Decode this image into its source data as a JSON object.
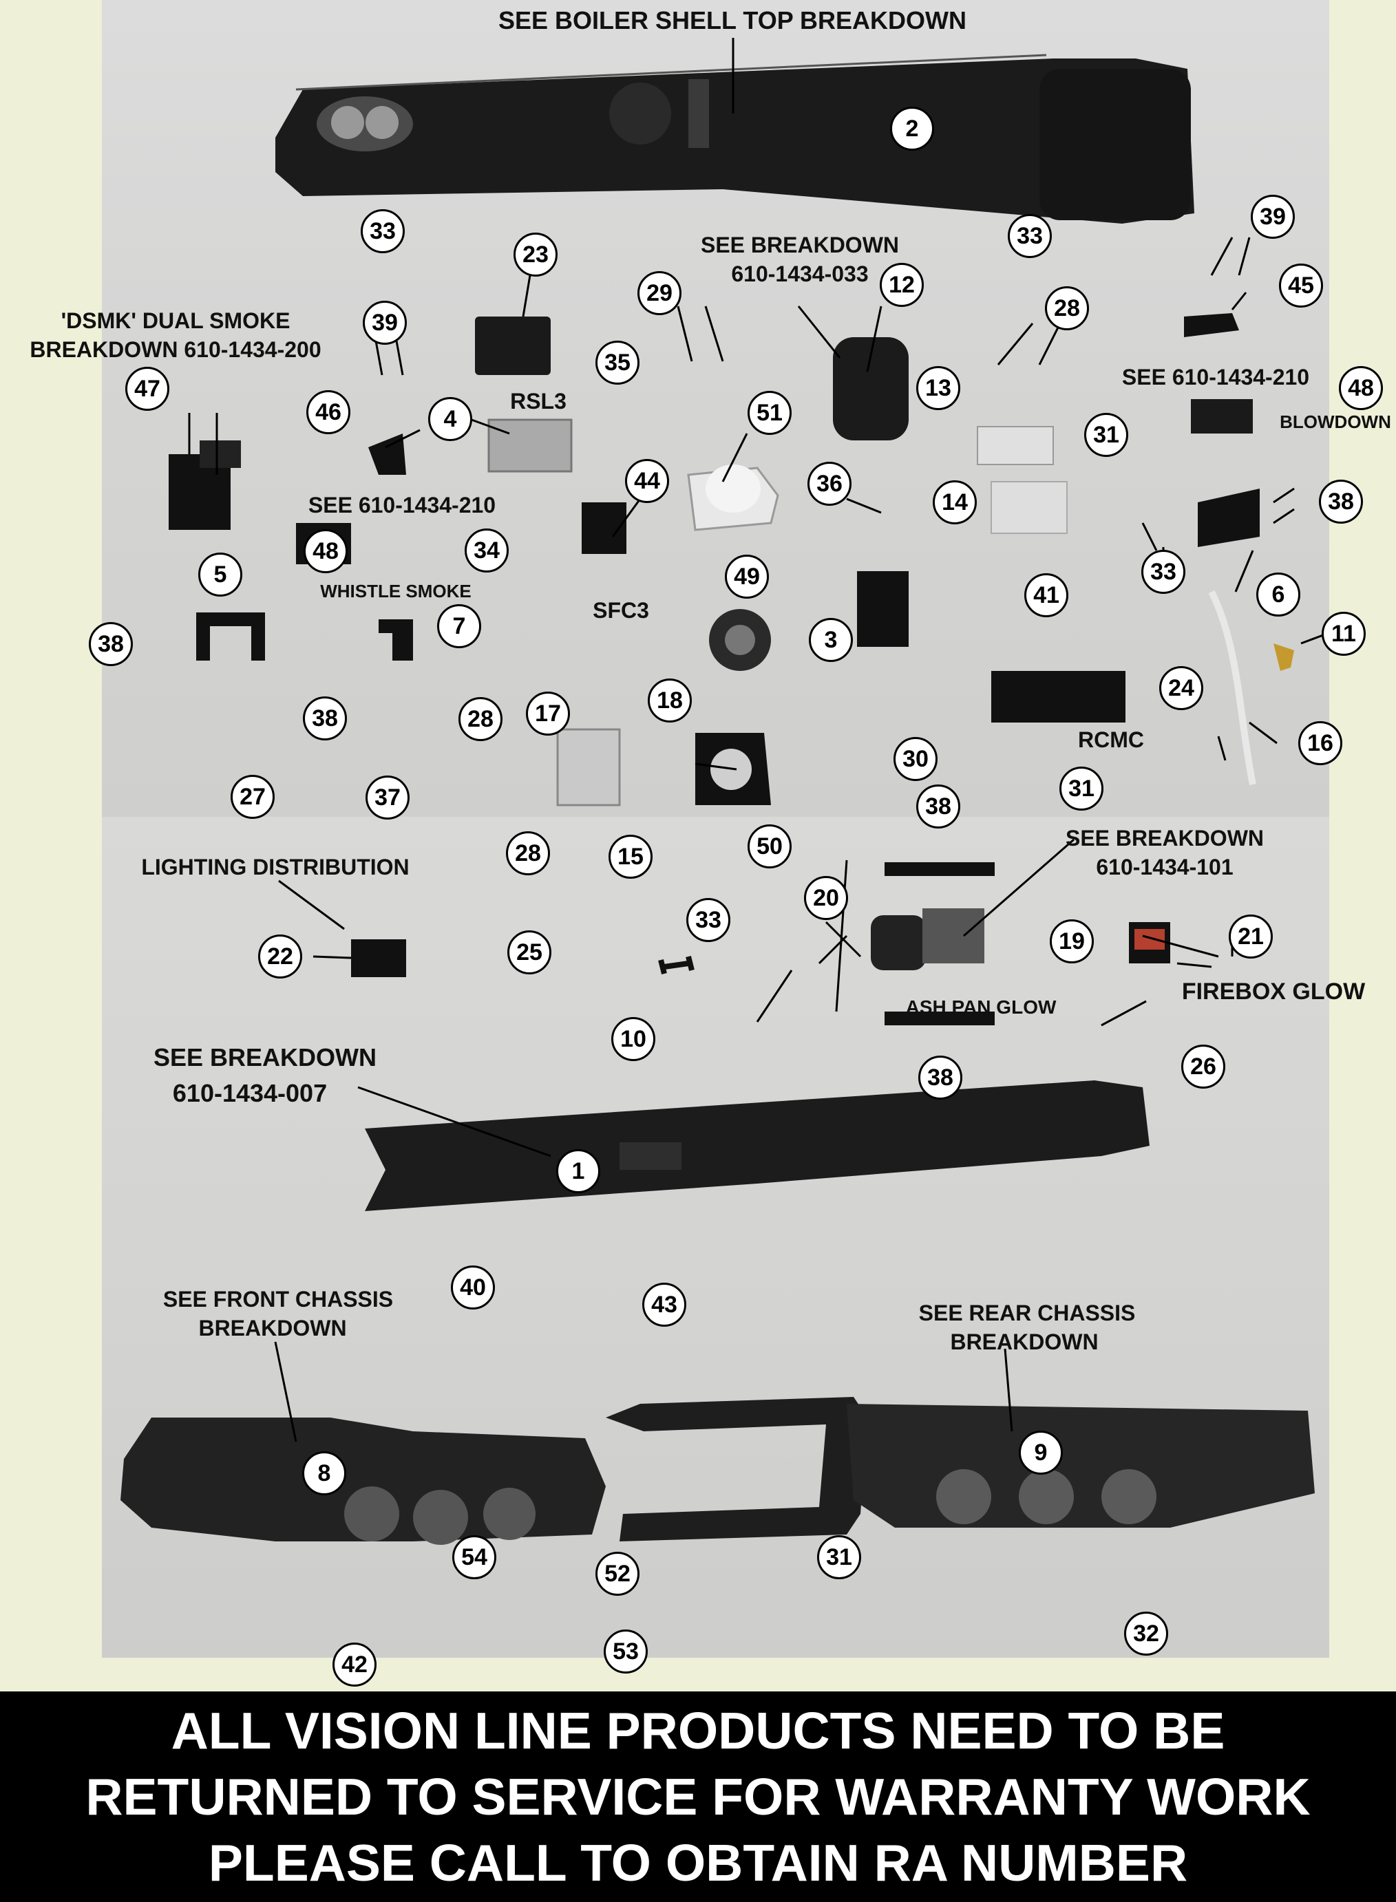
{
  "header": {
    "top_title": "SEE BOILER SHELL TOP BREAKDOWN"
  },
  "labels": {
    "dsmk_line1": "'DSMK' DUAL SMOKE",
    "dsmk_line2": "BREAKDOWN 610-1434-200",
    "see_210_a": "SEE 610-1434-210",
    "whistle_smoke": "WHISTLE SMOKE",
    "rsl3": "RSL3",
    "sfc3": "SFC3",
    "see_033_line1": "SEE BREAKDOWN",
    "see_033_line2": "610-1434-033",
    "see_210_b": "SEE 610-1434-210",
    "blowdown": "BLOWDOWN",
    "rcmc": "RCMC",
    "lighting_distribution": "LIGHTING DISTRIBUTION",
    "see_101_line1": "SEE BREAKDOWN",
    "see_101_line2": "610-1434-101",
    "ash_pan_glow": "ASH PAN GLOW",
    "firebox_glow": "FIREBOX GLOW",
    "see_007_line1": "SEE BREAKDOWN",
    "see_007_line2": "610-1434-007",
    "front_chassis_line1": "SEE FRONT CHASSIS",
    "front_chassis_line2": "BREAKDOWN",
    "rear_chassis_line1": "SEE REAR CHASSIS",
    "rear_chassis_line2": "BREAKDOWN"
  },
  "callouts": [
    {
      "id": "c2",
      "num": "2"
    },
    {
      "id": "c33a",
      "num": "33"
    },
    {
      "id": "c23",
      "num": "23"
    },
    {
      "id": "c29",
      "num": "29"
    },
    {
      "id": "c12",
      "num": "12"
    },
    {
      "id": "c33b",
      "num": "33"
    },
    {
      "id": "c39a",
      "num": "39"
    },
    {
      "id": "c45",
      "num": "45"
    },
    {
      "id": "c39b",
      "num": "39"
    },
    {
      "id": "c47",
      "num": "47"
    },
    {
      "id": "c35",
      "num": "35"
    },
    {
      "id": "c28a",
      "num": "28"
    },
    {
      "id": "c13",
      "num": "13"
    },
    {
      "id": "c48a",
      "num": "48"
    },
    {
      "id": "c46",
      "num": "46"
    },
    {
      "id": "c4",
      "num": "4"
    },
    {
      "id": "c51",
      "num": "51"
    },
    {
      "id": "c31a",
      "num": "31"
    },
    {
      "id": "c44",
      "num": "44"
    },
    {
      "id": "c36",
      "num": "36"
    },
    {
      "id": "c14",
      "num": "14"
    },
    {
      "id": "c38a",
      "num": "38"
    },
    {
      "id": "c48b",
      "num": "48"
    },
    {
      "id": "c34",
      "num": "34"
    },
    {
      "id": "c33c",
      "num": "33"
    },
    {
      "id": "c5",
      "num": "5"
    },
    {
      "id": "c49",
      "num": "49"
    },
    {
      "id": "c41",
      "num": "41"
    },
    {
      "id": "c6",
      "num": "6"
    },
    {
      "id": "c7",
      "num": "7"
    },
    {
      "id": "c3",
      "num": "3"
    },
    {
      "id": "c11",
      "num": "11"
    },
    {
      "id": "c38b",
      "num": "38"
    },
    {
      "id": "c38c",
      "num": "38"
    },
    {
      "id": "c28b",
      "num": "28"
    },
    {
      "id": "c17",
      "num": "17"
    },
    {
      "id": "c18",
      "num": "18"
    },
    {
      "id": "c24",
      "num": "24"
    },
    {
      "id": "c30",
      "num": "30"
    },
    {
      "id": "c16",
      "num": "16"
    },
    {
      "id": "c27",
      "num": "27"
    },
    {
      "id": "c37",
      "num": "37"
    },
    {
      "id": "c31b",
      "num": "31"
    },
    {
      "id": "c38d",
      "num": "38"
    },
    {
      "id": "c28c",
      "num": "28"
    },
    {
      "id": "c15",
      "num": "15"
    },
    {
      "id": "c50",
      "num": "50"
    },
    {
      "id": "c20",
      "num": "20"
    },
    {
      "id": "c33d",
      "num": "33"
    },
    {
      "id": "c22",
      "num": "22"
    },
    {
      "id": "c25",
      "num": "25"
    },
    {
      "id": "c19",
      "num": "19"
    },
    {
      "id": "c21",
      "num": "21"
    },
    {
      "id": "c10",
      "num": "10"
    },
    {
      "id": "c26",
      "num": "26"
    },
    {
      "id": "c38e",
      "num": "38"
    },
    {
      "id": "c1",
      "num": "1"
    },
    {
      "id": "c40",
      "num": "40"
    },
    {
      "id": "c43",
      "num": "43"
    },
    {
      "id": "c8",
      "num": "8"
    },
    {
      "id": "c9",
      "num": "9"
    },
    {
      "id": "c54",
      "num": "54"
    },
    {
      "id": "c52",
      "num": "52"
    },
    {
      "id": "c31c",
      "num": "31"
    },
    {
      "id": "c53",
      "num": "53"
    },
    {
      "id": "c32",
      "num": "32"
    },
    {
      "id": "c42",
      "num": "42"
    }
  ],
  "footer": {
    "line1": "ALL VISION LINE PRODUCTS NEED TO BE",
    "line2": "RETURNED TO SERVICE FOR WARRANTY WORK",
    "line3": "PLEASE CALL TO OBTAIN RA NUMBER"
  }
}
